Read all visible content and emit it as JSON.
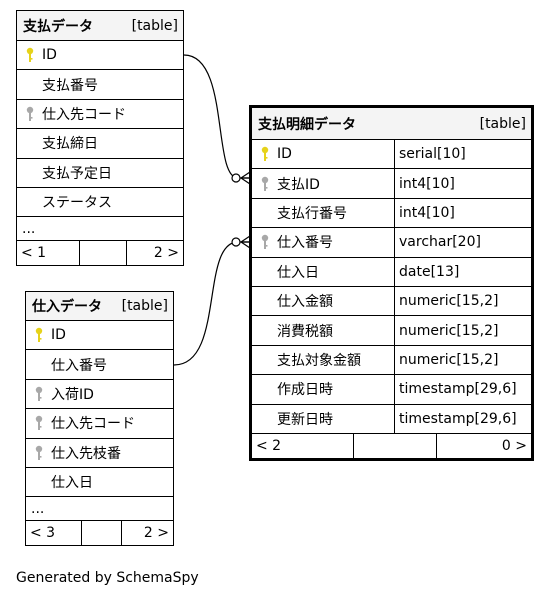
{
  "tables": {
    "payment": {
      "name": "支払データ",
      "kind": "[table]",
      "columns": [
        {
          "name": "ID",
          "key": "primary-key-icon"
        },
        {
          "name": "支払番号",
          "key": ""
        },
        {
          "name": "仕入先コード",
          "key": "foreign-key-icon"
        },
        {
          "name": "支払締日",
          "key": ""
        },
        {
          "name": "支払予定日",
          "key": ""
        },
        {
          "name": "ステータス",
          "key": ""
        }
      ],
      "more": "...",
      "footer": {
        "parents": "< 1",
        "children": "2 >"
      }
    },
    "purchase": {
      "name": "仕入データ",
      "kind": "[table]",
      "columns": [
        {
          "name": "ID",
          "key": "primary-key-icon"
        },
        {
          "name": "仕入番号",
          "key": ""
        },
        {
          "name": "入荷ID",
          "key": "foreign-key-icon"
        },
        {
          "name": "仕入先コード",
          "key": "foreign-key-icon"
        },
        {
          "name": "仕入先枝番",
          "key": "foreign-key-icon"
        },
        {
          "name": "仕入日",
          "key": ""
        }
      ],
      "more": "...",
      "footer": {
        "parents": "< 3",
        "children": "2 >"
      }
    },
    "payment_detail": {
      "name": "支払明細データ",
      "kind": "[table]",
      "columns": [
        {
          "name": "ID",
          "type": "serial[10]",
          "key": "primary-key-icon"
        },
        {
          "name": "支払ID",
          "type": "int4[10]",
          "key": "foreign-key-icon"
        },
        {
          "name": "支払行番号",
          "type": "int4[10]",
          "key": ""
        },
        {
          "name": "仕入番号",
          "type": "varchar[20]",
          "key": "foreign-key-icon"
        },
        {
          "name": "仕入日",
          "type": "date[13]",
          "key": ""
        },
        {
          "name": "仕入金額",
          "type": "numeric[15,2]",
          "key": ""
        },
        {
          "name": "消費税額",
          "type": "numeric[15,2]",
          "key": ""
        },
        {
          "name": "支払対象金額",
          "type": "numeric[15,2]",
          "key": ""
        },
        {
          "name": "作成日時",
          "type": "timestamp[29,6]",
          "key": ""
        },
        {
          "name": "更新日時",
          "type": "timestamp[29,6]",
          "key": ""
        }
      ],
      "footer": {
        "parents": "< 2",
        "children": "0 >"
      }
    }
  },
  "colors": {
    "primary_key": "#e6d21a",
    "foreign_key": "#a8a8a8",
    "header_bg": "#f4f4f4"
  },
  "generated_by": "Generated by SchemaSpy"
}
